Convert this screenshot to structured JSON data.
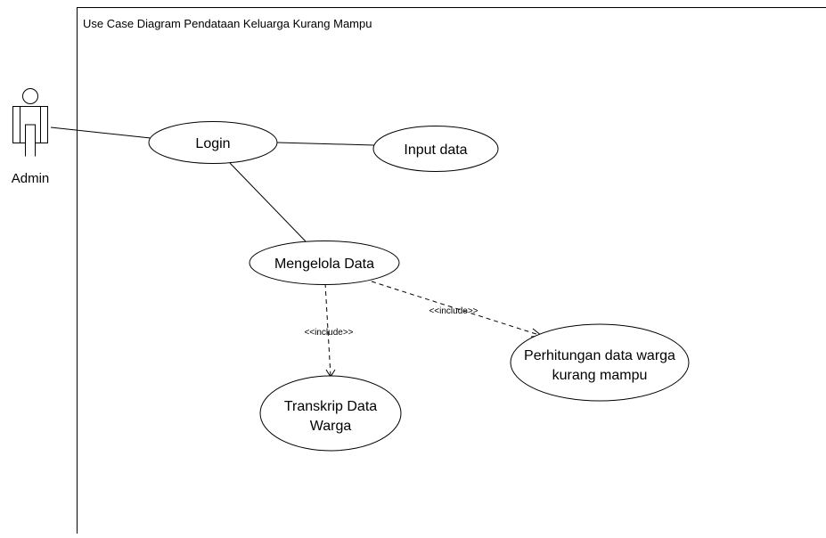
{
  "diagram": {
    "system_title": "Use Case Diagram Pendataan Keluarga Kurang Mampu",
    "actor": {
      "name": "Admin"
    },
    "use_cases": {
      "login": [
        "Login"
      ],
      "input_data": [
        "Input data"
      ],
      "mengelola_data": [
        "Mengelola Data"
      ],
      "transkrip": [
        "Transkrip Data",
        "Warga"
      ],
      "perhitungan": [
        "Perhitungan data warga",
        "kurang mampu"
      ]
    },
    "relations": {
      "include_label_1": "<<include>>",
      "include_label_2": "<<include>>"
    }
  }
}
